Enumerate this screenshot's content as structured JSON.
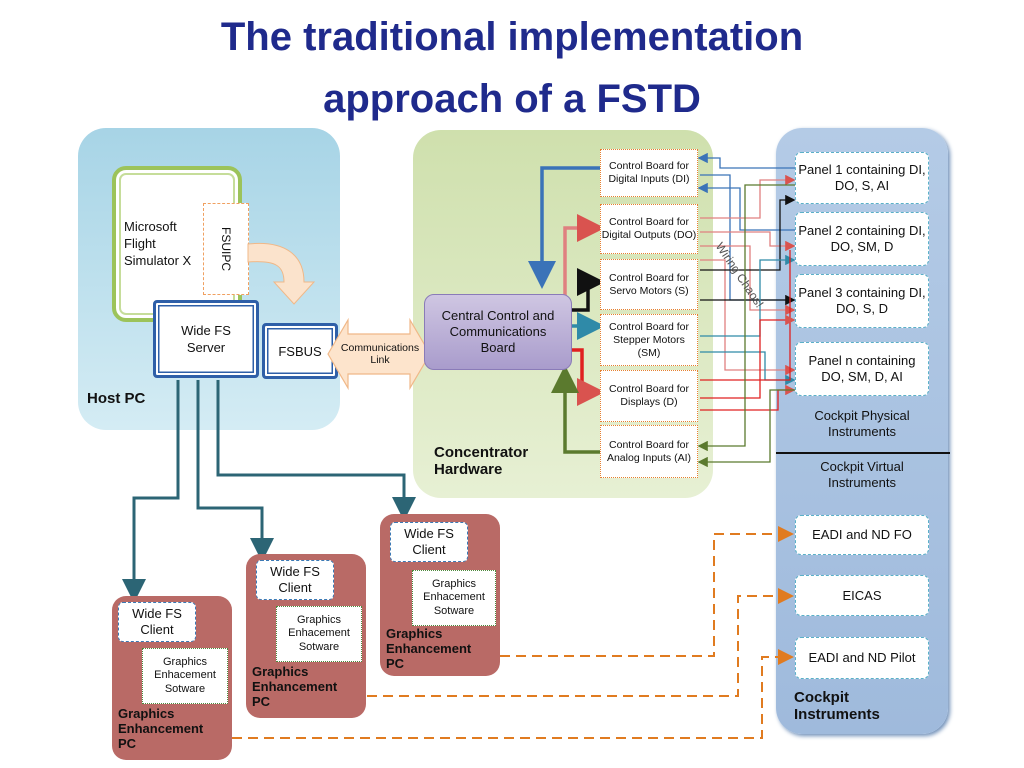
{
  "title": {
    "line1": "The traditional implementation",
    "line2": "approach of a FSTD"
  },
  "host_pc": {
    "label": "Host PC",
    "msfs": "Microsoft Flight Simulator X",
    "fsuipc": "FSUIPC",
    "widefs_server": "Wide FS Server",
    "fsbus": "FSBUS",
    "comm_link": "Communications Link"
  },
  "concentrator": {
    "label": "Concentrator Hardware",
    "central": "Central Control and Communications Board",
    "wiring_chaos": "Wiring Chaos!",
    "boards": [
      "Control Board for Digital Inputs (DI)",
      "Control Board for Digital Outputs (DO)",
      "Control Board for Servo Motors (S)",
      "Control Board for Stepper Motors (SM)",
      "Control Board for Displays (D)",
      "Control Board for Analog Inputs (AI)"
    ]
  },
  "cockpit": {
    "label": "Cockpit Instruments",
    "physical": "Cockpit Physical Instruments",
    "virtual": "Cockpit Virtual Instruments",
    "panels": [
      "Panel 1 containing DI, DO, S, AI",
      "Panel 2 containing DI, DO, SM, D",
      "Panel 3 containing DI, DO, S, D",
      "Panel n containing DO, SM, D, AI"
    ],
    "displays": [
      "EADI and ND FO",
      "EICAS",
      "EADI and ND Pilot"
    ]
  },
  "graphics_pcs": [
    {
      "client": "Wide FS Client",
      "software": "Graphics Enhacement Sotware",
      "label": "Graphics Enhancement PC"
    },
    {
      "client": "Wide FS Client",
      "software": "Graphics Enhacement Sotware",
      "label": "Graphics Enhancement PC"
    },
    {
      "client": "Wide FS Client",
      "software": "Graphics Enhacement Sotware",
      "label": "Graphics Enhancement PC"
    }
  ],
  "colors": {
    "title": "#1f2a8c",
    "host_bg": "#a7d4e6",
    "conc_bg": "#cfe0ad",
    "cockpit_bg": "#b4cbe6",
    "gpc_bg": "#b96a66",
    "dashed_link": "#e07b20"
  }
}
